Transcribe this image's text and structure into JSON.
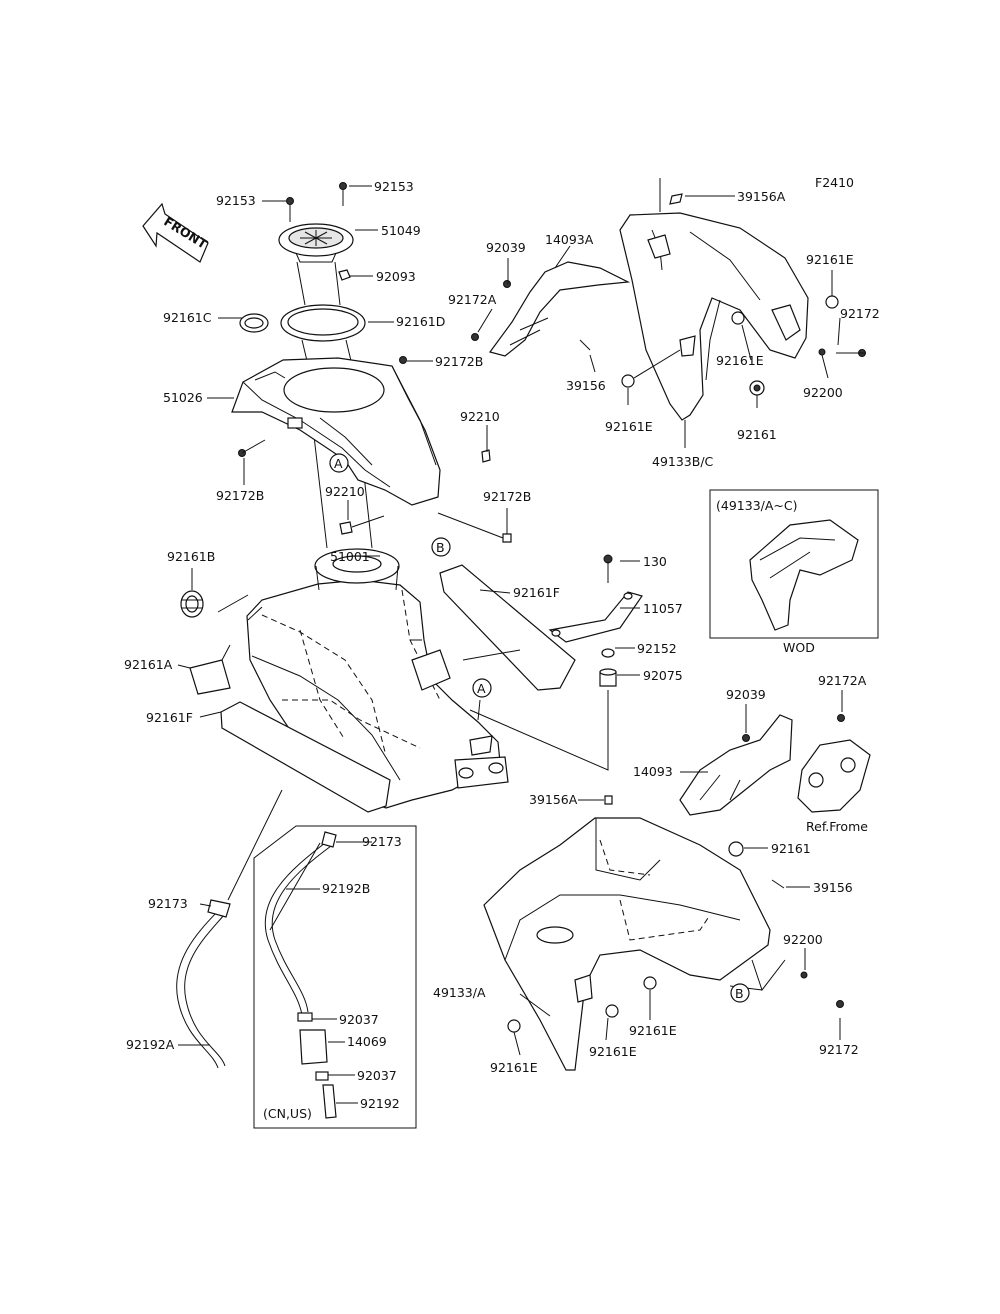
{
  "figure_code": "F2410",
  "front_label": "FRONT",
  "labels": {
    "p92153_a": "92153",
    "p92153_b": "92153",
    "p51049": "51049",
    "p92093": "92093",
    "p92161C": "92161C",
    "p92161D": "92161D",
    "p92172B_a": "92172B",
    "p51026": "51026",
    "p92210_a": "92210",
    "p92172B_b": "92172B",
    "p92210_b": "92210",
    "p92172B_c": "92172B",
    "p92161B": "92161B",
    "p51001": "51001",
    "p92161F_a": "92161F",
    "p92161A": "92161A",
    "p92161F_b": "92161F",
    "p92173_a": "92173",
    "p92173_b": "92173",
    "p92192B": "92192B",
    "p92037_a": "92037",
    "p14069": "14069",
    "p92037_b": "92037",
    "p92192": "92192",
    "p92192A": "92192A",
    "p39156A_top": "39156A",
    "p92039_a": "92039",
    "p14093A": "14093A",
    "p92172A_a": "92172A",
    "p92161E_a": "92161E",
    "p92172_a": "92172",
    "p39156_a": "39156",
    "p92161E_b": "92161E",
    "p92200_a": "92200",
    "p92161E_c": "92161E",
    "p92161_a": "92161",
    "p49133BC": "49133B/C",
    "p130": "130",
    "p11057": "11057",
    "p92152": "92152",
    "p92075": "92075",
    "p92039_b": "92039",
    "p92172A_b": "92172A",
    "p14093": "14093",
    "p39156A_bot": "39156A",
    "p92161_b": "92161",
    "p39156_b": "39156",
    "p92200_b": "92200",
    "p49133A": "49133/A",
    "p92161E_d": "92161E",
    "p92161E_e": "92161E",
    "p92161E_f": "92161E",
    "p92172_b": "92172"
  },
  "markers": {
    "A1": "A",
    "A2": "A",
    "B1": "B",
    "B2": "B"
  },
  "inset": {
    "title": "(49133/A~C)",
    "caption": "WOD"
  },
  "subassembly_caption": "(CN,US)",
  "ref_label": "Ref.Frome"
}
